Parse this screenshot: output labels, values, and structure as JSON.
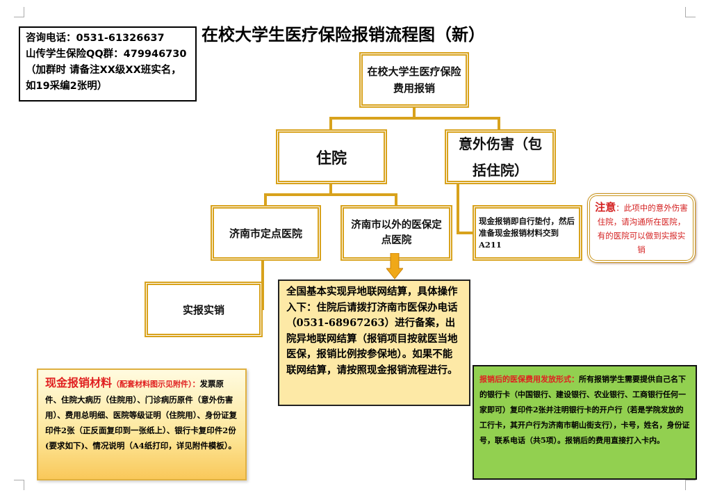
{
  "title": "在校大学生医疗保险报销流程图（新）",
  "contact": {
    "line1": "咨询电话：0531-61326637",
    "line2": "山传学生保险QQ群：479946730",
    "line3": "（加群时 请备注XX级XX班实名，如19采编2张明）"
  },
  "nodes": {
    "root": "在校大学生医疗保险费用报销",
    "hospital": "住院",
    "accident": "意外伤害（包括住院）",
    "jinan": "济南市定点医院",
    "outside": "济南市以外的医保定点医院",
    "cash_pay": "现金报销即自行垫付，然后准备现金报销材料交到A211",
    "direct": "实报实销"
  },
  "note": {
    "label": "注意",
    "text": "：此项中的意外伤害住院，请沟通所在医院，有的医院可以做到实报实销"
  },
  "remote_settlement": "全国基本实现异地联网结算，具体操作入下：住院后请拨打济南市医保办电话（0531-68967263）进行备案，出院异地联网结算（报销项目按就医当地医保，报销比例按参保地）。如果不能联网结算，请按照现金报销流程进行。",
  "cash_materials": {
    "heading": "现金报销材料",
    "sub": "（配套材料图示见附件）：",
    "text": "发票原件、住院大病历（住院用）、门诊病历原件（意外伤害用）、费用总明细、医院等级证明（住院用）、身份证复印件2张（正反面复印到一张纸上）、银行卡复印件2份(要求如下)、情况说明（A4纸打印，详见附件模板）。"
  },
  "payment": {
    "heading": "报销后的医保费用发放形式：",
    "text": "所有报销学生需要提供自己名下的银行卡（中国银行、建设银行、农业银行、工商银行任何一家即可）复印件2张并注明银行卡的开户行（若是学院发放的工行卡，其开户行为济南市朝山街支行），卡号，姓名，身份证号，联系电话（共5项）。报销后的费用直接打入卡内。"
  },
  "colors": {
    "gold": "#d8a21c",
    "green": "#92d050",
    "yellow": "#fde9a6",
    "red": "#e02020"
  }
}
